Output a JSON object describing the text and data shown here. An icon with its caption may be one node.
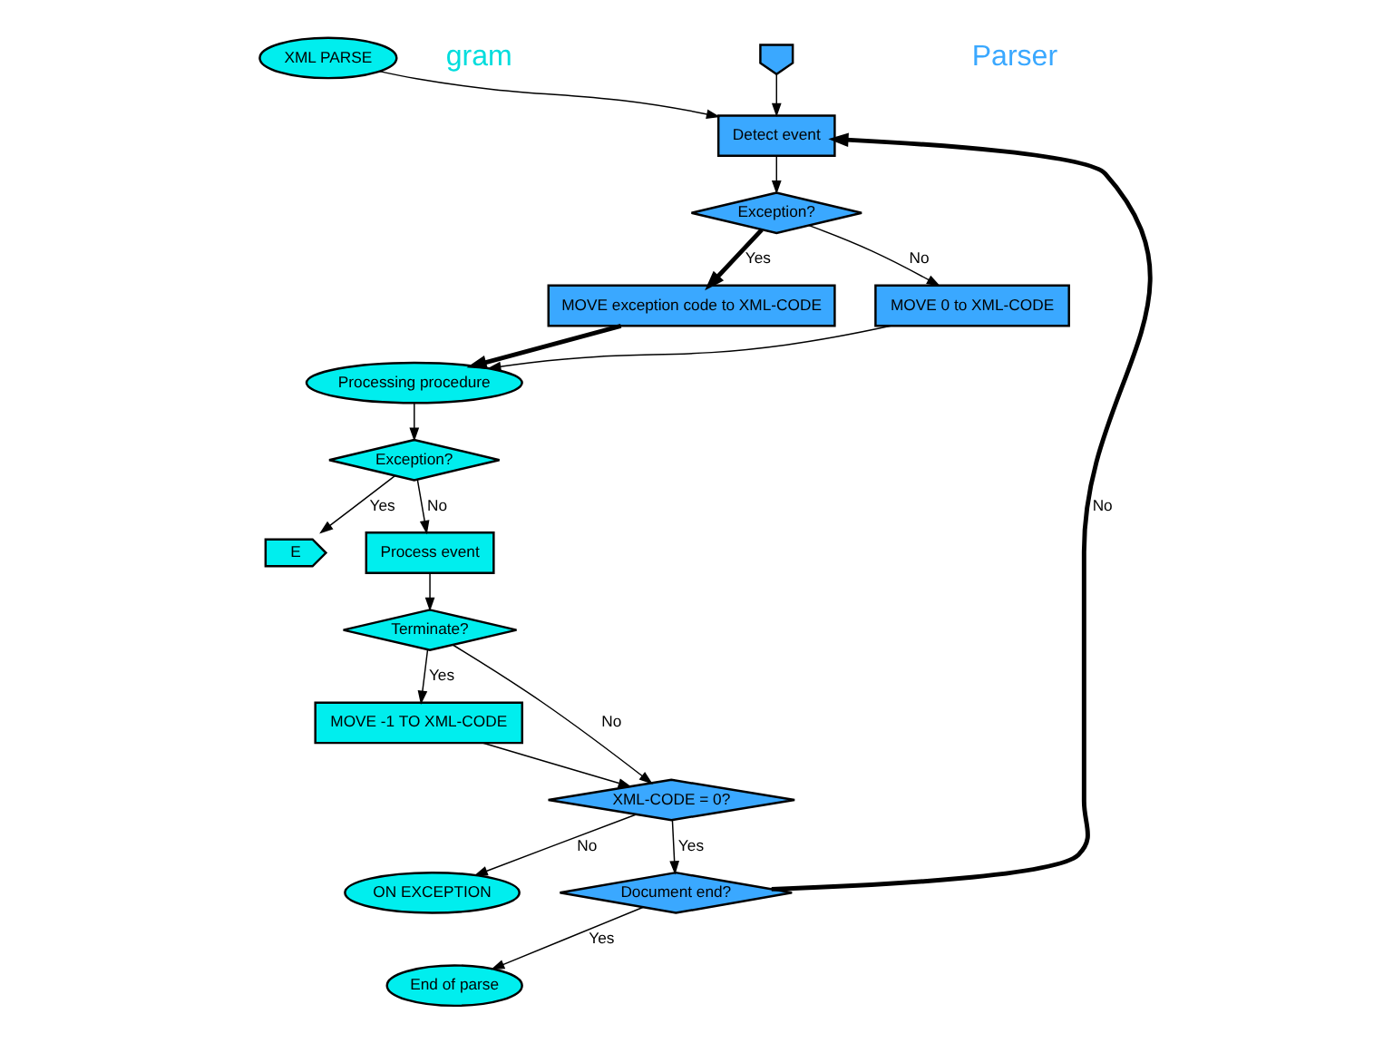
{
  "diagram": {
    "nodes": [
      {
        "text": [
          "XML PARSE"
        ]
      },
      {
        "text": [
          "Processing procedure"
        ]
      },
      {
        "text": [
          "Exception?"
        ]
      },
      {
        "text": [
          "E"
        ]
      },
      {
        "text": [
          "Process event"
        ]
      },
      {
        "text": [
          "Terminate?"
        ]
      },
      {
        "text": [
          "MOVE -1 TO XML-CODE"
        ]
      },
      {
        "text": [
          "ON EXCEPTION"
        ]
      },
      {
        "text": [
          "End of parse"
        ]
      },
      {
        "text": [],
        "shape": "pentagon"
      },
      {
        "text": [
          "Detect event"
        ]
      },
      {
        "text": [
          "Exception?"
        ]
      },
      {
        "text": [
          "MOVE 0 to XML-CODE"
        ]
      },
      {
        "text": [
          "MOVE exception code to XML-CODE"
        ]
      },
      {
        "text": [
          "XML-CODE = 0?"
        ]
      },
      {
        "text": [
          "Document end?"
        ]
      }
    ],
    "edges": [
      {
        "from": 9,
        "to": 10,
        "arrow": "to"
      },
      {
        "from": 0,
        "to": 10,
        "arrow": "to"
      },
      {
        "from": 10,
        "to": 11,
        "arrow": "to"
      },
      {
        "from": 11,
        "to": 12,
        "arrow": "to",
        "label": "No"
      },
      {
        "from": 11,
        "to": 13,
        "arrow": "to",
        "label": "Yes",
        "style": "thick"
      },
      {
        "from": 12,
        "to": 1,
        "arrow": "to"
      },
      {
        "from": 13,
        "to": 1,
        "arrow": "to",
        "style": "thick"
      },
      {
        "from": 1,
        "to": 2,
        "arrow": "to"
      },
      {
        "from": 2,
        "to": 3,
        "arrow": "to",
        "label": "Yes"
      },
      {
        "from": 2,
        "to": 4,
        "arrow": "to",
        "label": "No"
      },
      {
        "from": 4,
        "to": 5,
        "arrow": "to"
      },
      {
        "from": 5,
        "to": 6,
        "arrow": "to",
        "label": "Yes"
      },
      {
        "from": 5,
        "to": 14,
        "arrow": "to",
        "label": "No"
      },
      {
        "from": 6,
        "to": 14,
        "arrow": "to"
      },
      {
        "from": 14,
        "to": 7,
        "arrow": "to",
        "label": "No"
      },
      {
        "from": 14,
        "to": 15,
        "arrow": "to",
        "label": "Yes"
      },
      {
        "from": 15,
        "to": 8,
        "arrow": "to",
        "label": "Yes"
      },
      {
        "from": 15,
        "to": 10,
        "arrow": "to",
        "label": "No",
        "style": "thick"
      }
    ],
    "labels": [
      "gram",
      "Parser"
    ]
  }
}
